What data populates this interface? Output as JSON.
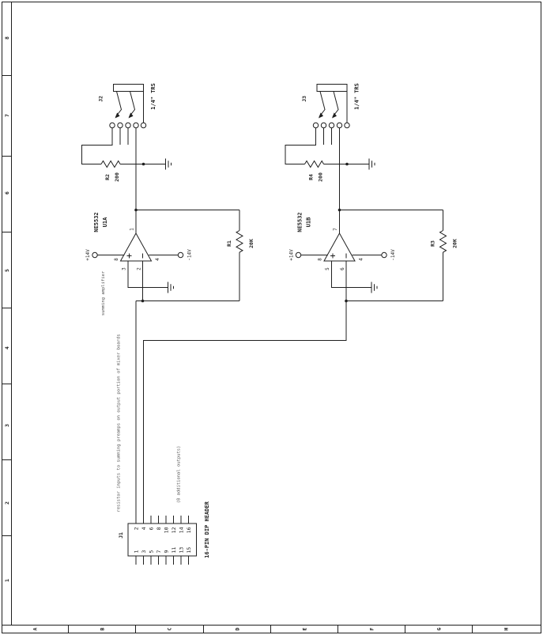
{
  "border": {
    "rows": [
      "8",
      "7",
      "6",
      "5",
      "4",
      "3",
      "2",
      "1"
    ],
    "cols": [
      "A",
      "B",
      "C",
      "D",
      "E",
      "F",
      "G",
      "H"
    ]
  },
  "channels": [
    {
      "jack": "J2",
      "jack_type": "1/4\" TRS",
      "res_ref": "R2",
      "res_val": "200",
      "part": "NE5532",
      "unit": "U1A",
      "vplus": "+14V",
      "vminus": "-14V",
      "pin_out": "1",
      "pin_pos": "3",
      "pin_neg": "2",
      "pin_vp": "8",
      "pin_vm": "4",
      "fb_ref": "R1",
      "fb_val": "20K"
    },
    {
      "jack": "J3",
      "jack_type": "1/4\" TRS",
      "res_ref": "R4",
      "res_val": "200",
      "part": "NE5532",
      "unit": "U1B",
      "vplus": "+14V",
      "vminus": "-14V",
      "pin_out": "7",
      "pin_pos": "5",
      "pin_neg": "6",
      "pin_vp": "8",
      "pin_vm": "4",
      "fb_ref": "R3",
      "fb_val": "20K"
    }
  ],
  "header": {
    "ref": "J1",
    "title": "16-PIN DIP HEADER",
    "top_pins": [
      "2",
      "4",
      "6",
      "8",
      "10",
      "12",
      "14",
      "16"
    ],
    "bottom_pins": [
      "1",
      "3",
      "5",
      "7",
      "9",
      "11",
      "13",
      "15"
    ]
  },
  "notes": {
    "summing": "summing amplifier",
    "bus": "resistor inputs to summing preamps on output portion of mixer boards",
    "additional": "(8 additional outputs)"
  }
}
